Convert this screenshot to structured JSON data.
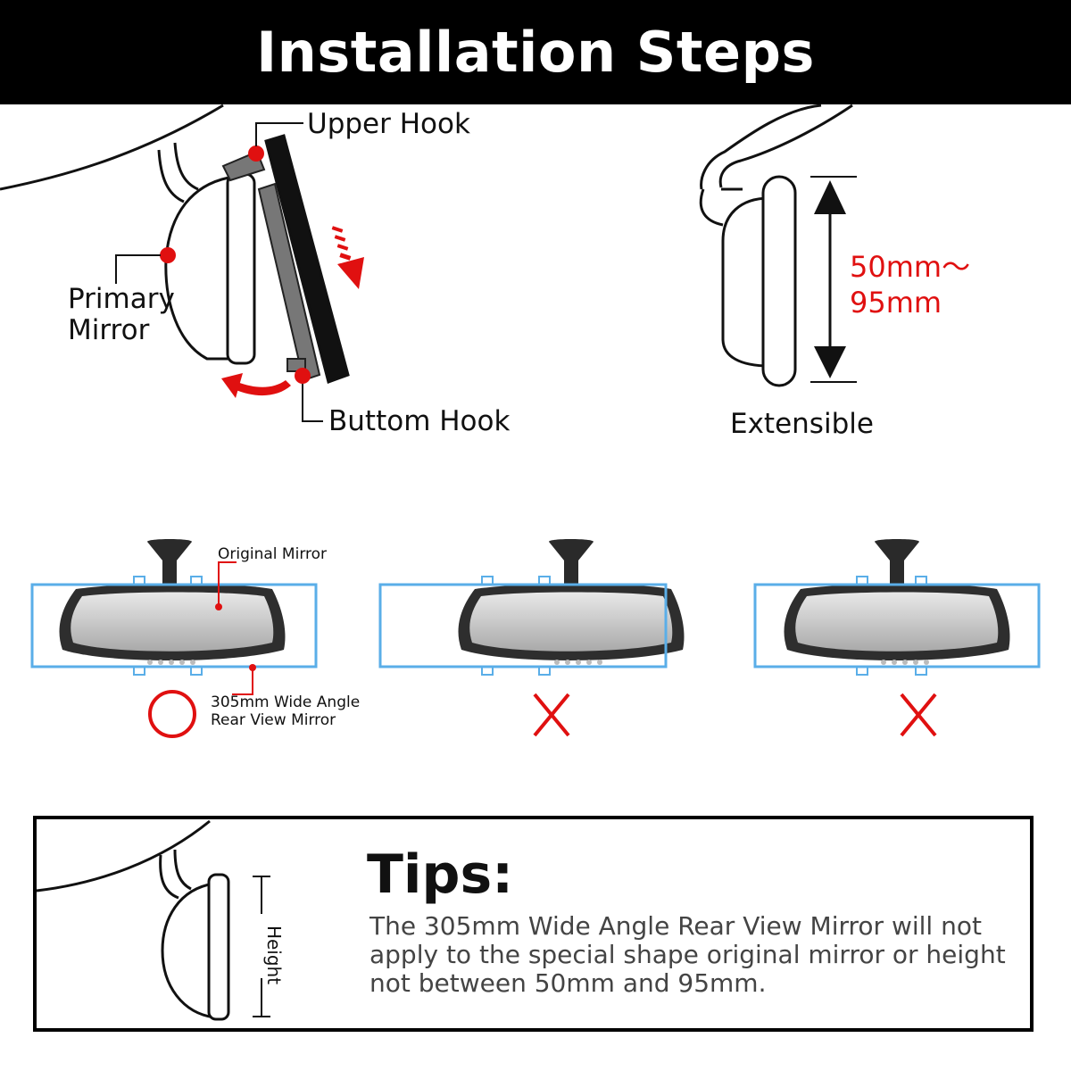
{
  "header": {
    "title": "Installation Steps"
  },
  "step1": {
    "upper_hook": "Upper Hook",
    "primary_mirror_line1": "Primary",
    "primary_mirror_line2": "Mirror",
    "bottom_hook": "Buttom Hook"
  },
  "step2": {
    "range_line1": "50mm〜",
    "range_line2": "95mm",
    "extensible": "Extensible"
  },
  "fit": {
    "original_mirror": "Original Mirror",
    "wide_mirror_line1": "305mm Wide Angle",
    "wide_mirror_line2": "Rear View Mirror",
    "results": [
      "correct",
      "wrong",
      "wrong"
    ]
  },
  "tips": {
    "title": "Tips:",
    "height_label": "Height",
    "text": "The 305mm Wide Angle Rear View Mirror will not apply to the special shape original mirror or height not between 50mm and 95mm."
  },
  "colors": {
    "accent_red": "#e01010",
    "frame_blue": "#5aaee8",
    "header_bg": "#000000"
  }
}
